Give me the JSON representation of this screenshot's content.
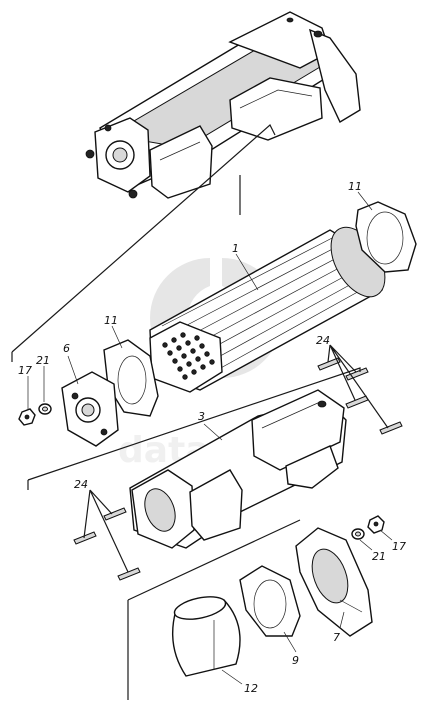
{
  "watermark": {
    "text": "data-parts"
  },
  "callouts": {
    "c1": "1",
    "c3": "3",
    "c6": "6",
    "c7": "7",
    "c9": "9",
    "c11a": "11",
    "c11b": "11",
    "c12": "12",
    "c17a": "17",
    "c17b": "17",
    "c21a": "21",
    "c21b": "21",
    "c24a": "24",
    "c24b": "24"
  }
}
